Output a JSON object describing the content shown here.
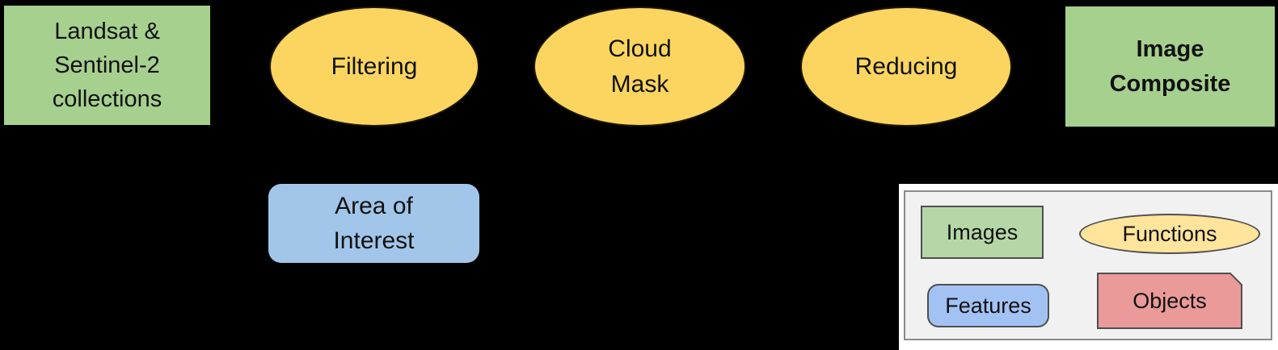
{
  "diagram": {
    "background": "#000000",
    "nodes": {
      "collections": {
        "label": "Landsat &\nSentinel-2\ncollections",
        "type": "image"
      },
      "filtering": {
        "label": "Filtering",
        "type": "function"
      },
      "cloud_mask": {
        "label": "Cloud\nMask",
        "type": "function"
      },
      "reducing": {
        "label": "Reducing",
        "type": "function"
      },
      "image_composite": {
        "label": "Image\nComposite",
        "type": "image",
        "bold": true
      },
      "area_of_interest": {
        "label": "Area of\nInterest",
        "type": "feature"
      }
    },
    "flow_order": [
      "collections",
      "filtering",
      "cloud_mask",
      "reducing",
      "image_composite"
    ]
  },
  "legend": {
    "images": {
      "label": "Images",
      "shape": "rectangle"
    },
    "functions": {
      "label": "Functions",
      "shape": "ellipse"
    },
    "features": {
      "label": "Features",
      "shape": "rounded-rectangle"
    },
    "objects": {
      "label": "Objects",
      "shape": "clipped-corner-rectangle"
    }
  },
  "colors": {
    "image_fill": "#a6d08e",
    "function_fill": "#fbd55f",
    "feature_fill": "#a2c6e9",
    "legend_images_fill": "#b5d7a8",
    "legend_functions_fill": "#ffe49b",
    "legend_features_fill": "#a3c2f4",
    "legend_objects_fill": "#e99a99",
    "legend_shape_border": "#4f4f4f",
    "legend_outer_border": "#8a8a8a",
    "legend_bg": "#f1f1f2"
  }
}
